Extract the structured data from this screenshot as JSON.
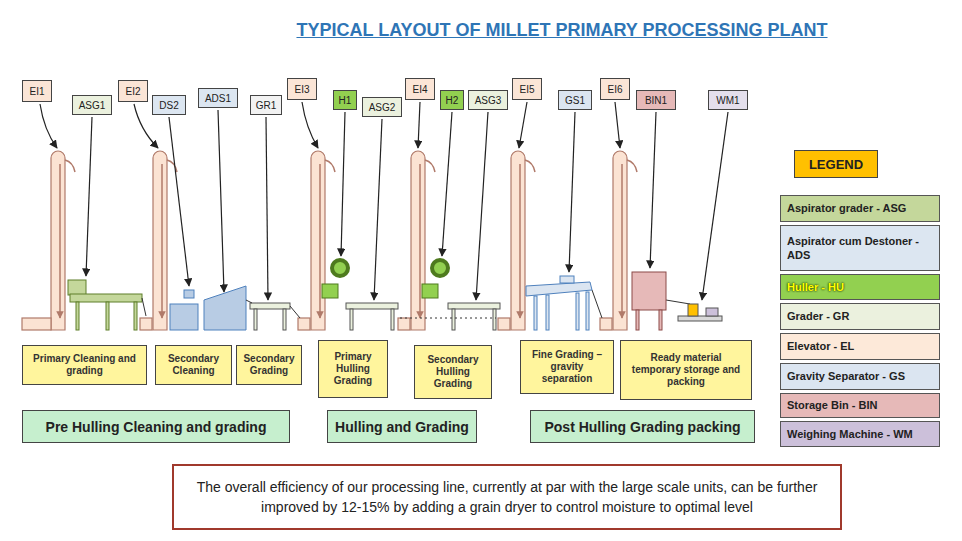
{
  "diagram": {
    "title": "TYPICAL LAYOUT OF MILLET PRIMARY PROCESSING PLANT",
    "nodes": [
      {
        "text": [
          "EI1"
        ]
      },
      {
        "text": [
          "ASG1"
        ]
      },
      {
        "text": [
          "EI2"
        ]
      },
      {
        "text": [
          "DS2"
        ]
      },
      {
        "text": [
          "ADS1"
        ]
      },
      {
        "text": [
          "GR1"
        ]
      },
      {
        "text": [
          "EI3"
        ]
      },
      {
        "text": [
          "H1"
        ]
      },
      {
        "text": [
          "ASG2"
        ]
      },
      {
        "text": [
          "EI4"
        ]
      },
      {
        "text": [
          "H2"
        ]
      },
      {
        "text": [
          "ASG3"
        ]
      },
      {
        "text": [
          "EI5"
        ]
      },
      {
        "text": [
          "GS1"
        ]
      },
      {
        "text": [
          "EI6"
        ]
      },
      {
        "text": [
          "BIN1"
        ]
      },
      {
        "text": [
          "WM1"
        ]
      },
      {
        "text": [
          "Primary Cleaning and grading"
        ]
      },
      {
        "text": [
          "Secondary Cleaning"
        ]
      },
      {
        "text": [
          "Secondary Grading"
        ]
      },
      {
        "text": [
          "Primary Hulling Grading"
        ]
      },
      {
        "text": [
          "Secondary Hulling Grading"
        ]
      },
      {
        "text": [
          "Fine Grading – gravity separation"
        ]
      },
      {
        "text": [
          "Ready material temporary storage and packing"
        ]
      },
      {
        "text": [
          "Pre Hulling Cleaning and grading"
        ]
      },
      {
        "text": [
          "Hulling and Grading"
        ]
      },
      {
        "text": [
          "Post Hulling Grading packing"
        ]
      },
      {
        "text": [
          "LEGEND"
        ]
      },
      {
        "text": [
          "The overall efficiency of our processing line, currently at par with the large scale units, can be further improved by 12-15% by adding a grain dryer to control moisture to optimal level"
        ]
      }
    ],
    "legend": [
      {
        "text": "Aspirator grader - ASG",
        "color": "#c4d79b"
      },
      {
        "text": "Aspirator cum Destoner - ADS",
        "color": "#dce6f1"
      },
      {
        "text": "Huller - HU",
        "color": "#92d050"
      },
      {
        "text": "Grader - GR",
        "color": "#ebf1de"
      },
      {
        "text": "Elevator - EL",
        "color": "#fde9d9"
      },
      {
        "text": "Gravity Separator - GS",
        "color": "#dbe5f1"
      },
      {
        "text": "Storage Bin - BIN",
        "color": "#e6b9b8"
      },
      {
        "text": "Weighing Machine - WM",
        "color": "#ccc0da"
      }
    ]
  }
}
